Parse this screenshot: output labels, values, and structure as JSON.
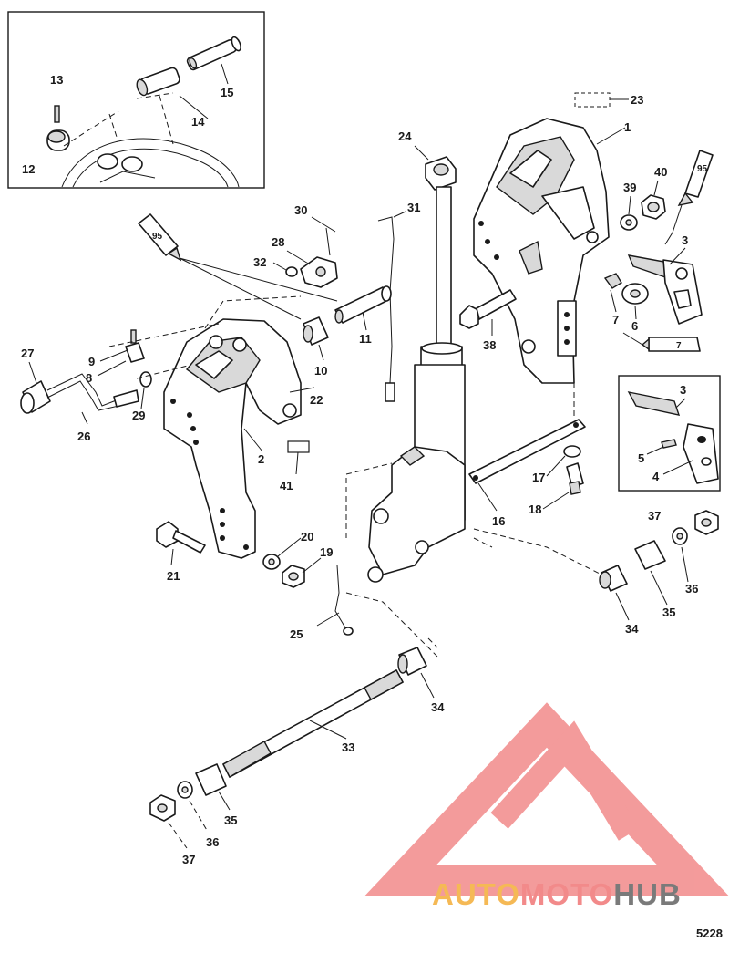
{
  "diagram": {
    "figure_number": "5228",
    "watermark": {
      "part1": "AUTO",
      "part2": "MOTO",
      "part3": "HUB",
      "colors": {
        "logo": "#f28a8a",
        "auto": "#f5b955",
        "hub": "#7a7a7a"
      }
    },
    "callouts": [
      "1",
      "2",
      "3",
      "3",
      "4",
      "5",
      "6",
      "7",
      "7",
      "8",
      "9",
      "10",
      "11",
      "12",
      "13",
      "14",
      "15",
      "16",
      "17",
      "18",
      "19",
      "20",
      "21",
      "22",
      "23",
      "24",
      "25",
      "26",
      "27",
      "28",
      "29",
      "30",
      "31",
      "32",
      "33",
      "34",
      "34",
      "35",
      "35",
      "36",
      "36",
      "37",
      "37",
      "38",
      "39",
      "40",
      "41"
    ],
    "tube_labels": [
      "95",
      "95",
      "7"
    ]
  }
}
